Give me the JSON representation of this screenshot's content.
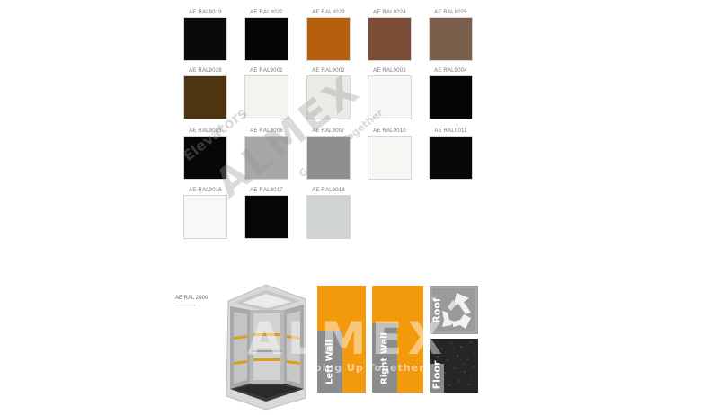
{
  "swatches": [
    {
      "code": "AE RAL8019",
      "color": "#0a0a0a"
    },
    {
      "code": "AE RAL8022",
      "color": "#050505"
    },
    {
      "code": "AE RAL8023",
      "color": "#b65f0c"
    },
    {
      "code": "AE RAL8024",
      "color": "#7d4c36"
    },
    {
      "code": "AE RAL8025",
      "color": "#7a5e4c"
    },
    {
      "code": "AE RAL8028",
      "color": "#4e3411"
    },
    {
      "code": "AE RAL9001",
      "color": "#f4f4ee"
    },
    {
      "code": "AE RAL9002",
      "color": "#ebebe6"
    },
    {
      "code": "AE RAL9003",
      "color": "#f6f6f4"
    },
    {
      "code": "AE RAL9004",
      "color": "#050505"
    },
    {
      "code": "AE RAL9005",
      "color": "#070707"
    },
    {
      "code": "AE RAL9006",
      "color": "#a6a7a8"
    },
    {
      "code": "AE RAL9007",
      "color": "#8d8f8e"
    },
    {
      "code": "AE RAL9010",
      "color": "#f7f7f3"
    },
    {
      "code": "AE RAL9011",
      "color": "#080808"
    },
    {
      "code": "AE RAL9016",
      "color": "#f8f8f6"
    },
    {
      "code": "AE RAL9017",
      "color": "#060606"
    },
    {
      "code": "AE RAL9018",
      "color": "#cfd3d1"
    }
  ],
  "ral_label": "AE RAL 2000",
  "panels": {
    "left_wall": "Left Wall",
    "right_wall": "Right Wall",
    "roof": "Roof",
    "floor": "Floor"
  },
  "panel_color": "#f29a0c",
  "watermark": {
    "brand": "ALMEX",
    "tagline_1": "Elevators",
    "tagline_2": "Going Up Together"
  }
}
